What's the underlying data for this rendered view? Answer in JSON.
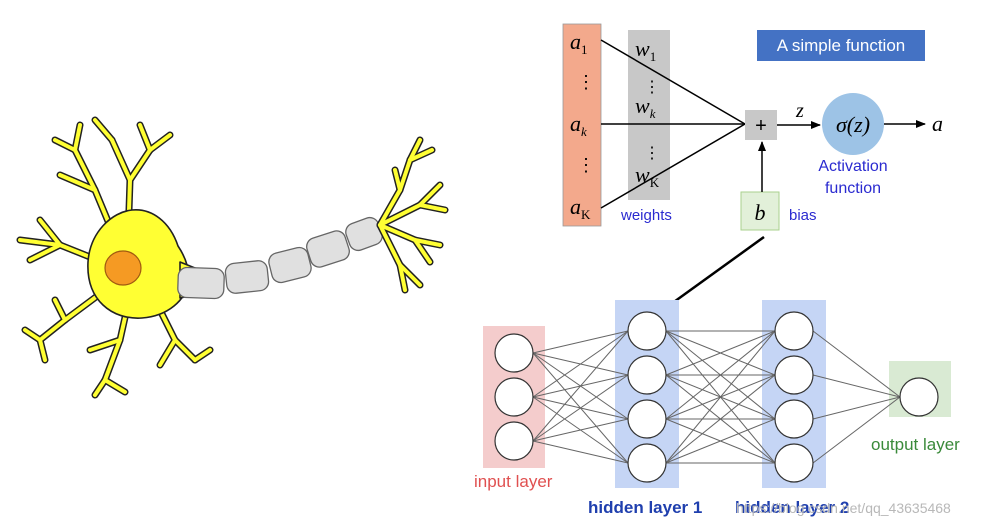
{
  "title": "A simple function",
  "perceptron": {
    "inputs": [
      "a",
      "a",
      "a"
    ],
    "input_subscripts": [
      "1",
      "k",
      "K"
    ],
    "weights": [
      "w",
      "w",
      "w"
    ],
    "weight_subscripts": [
      "1",
      "k",
      "K"
    ],
    "ellipsis": "⋮",
    "weights_label": "weights",
    "sum_symbol": "+",
    "bias_symbol": "b",
    "bias_label": "bias",
    "z_symbol": "z",
    "activation_symbol": "σ(z)",
    "activation_label_line1": "Activation",
    "activation_label_line2": "function",
    "output_symbol": "a"
  },
  "network": {
    "input_layer_label": "input layer",
    "hidden_layer_1_label": "hidden layer 1",
    "hidden_layer_2_label": "hidden layer 2",
    "output_layer_label": "output layer",
    "layer_sizes": [
      3,
      4,
      4,
      1
    ]
  },
  "watermark": "https://blog.csdn.net/qq_43635468",
  "colors": {
    "inputs_fill": "#f3a98c",
    "weights_fill": "#c8c8c8",
    "sum_fill": "#c8c8c8",
    "bias_fill": "#e2f0d9",
    "activation_fill": "#9dc3e6",
    "label_blue": "#2a2ad0",
    "input_layer_fill": "#f4cccc",
    "input_layer_text": "#e05050",
    "hidden_fill": "#c5d5f5",
    "hidden_text": "#1f3fae",
    "output_fill": "#d9ead3",
    "output_text": "#3a8a3a",
    "neuron_body": "#ffff33",
    "nucleus": "#f59a23",
    "myelin": "#e0e0e0"
  }
}
